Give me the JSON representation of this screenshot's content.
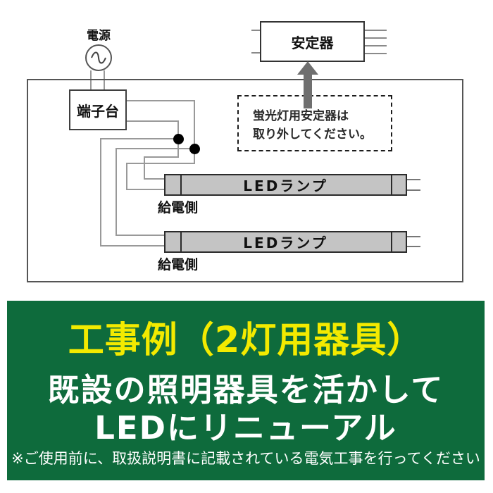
{
  "colors": {
    "banner_green": "#0E6B3C",
    "title_yellow": "#F3EA00",
    "tube_gray": "#C4C4C4",
    "wire_gray": "#999999",
    "arrow_gray": "#6F6F6F"
  },
  "icons": {
    "ac_source": "sine-wave-in-circle",
    "remove_ballast_arrow": "up-arrow",
    "junction": "filled-black-dot"
  },
  "diagram": {
    "power_source_label": "電源",
    "terminal_block_label": "端子台",
    "ballast_label": "安定器",
    "ballast_note": {
      "line1": "蛍光灯用安定器は",
      "line2": "取り外してください。"
    },
    "lamps": [
      {
        "label": "LEDランプ",
        "feed_side_label": "給電側"
      },
      {
        "label": "LEDランプ",
        "feed_side_label": "給電側"
      }
    ]
  },
  "banner": {
    "title": "工事例（2灯用器具）",
    "headline_line1": "既設の照明器具を活かして",
    "headline_line2": "LEDにリニューアル",
    "note": "※ご使用前に、取扱説明書に記載されている電気工事を行ってください"
  }
}
